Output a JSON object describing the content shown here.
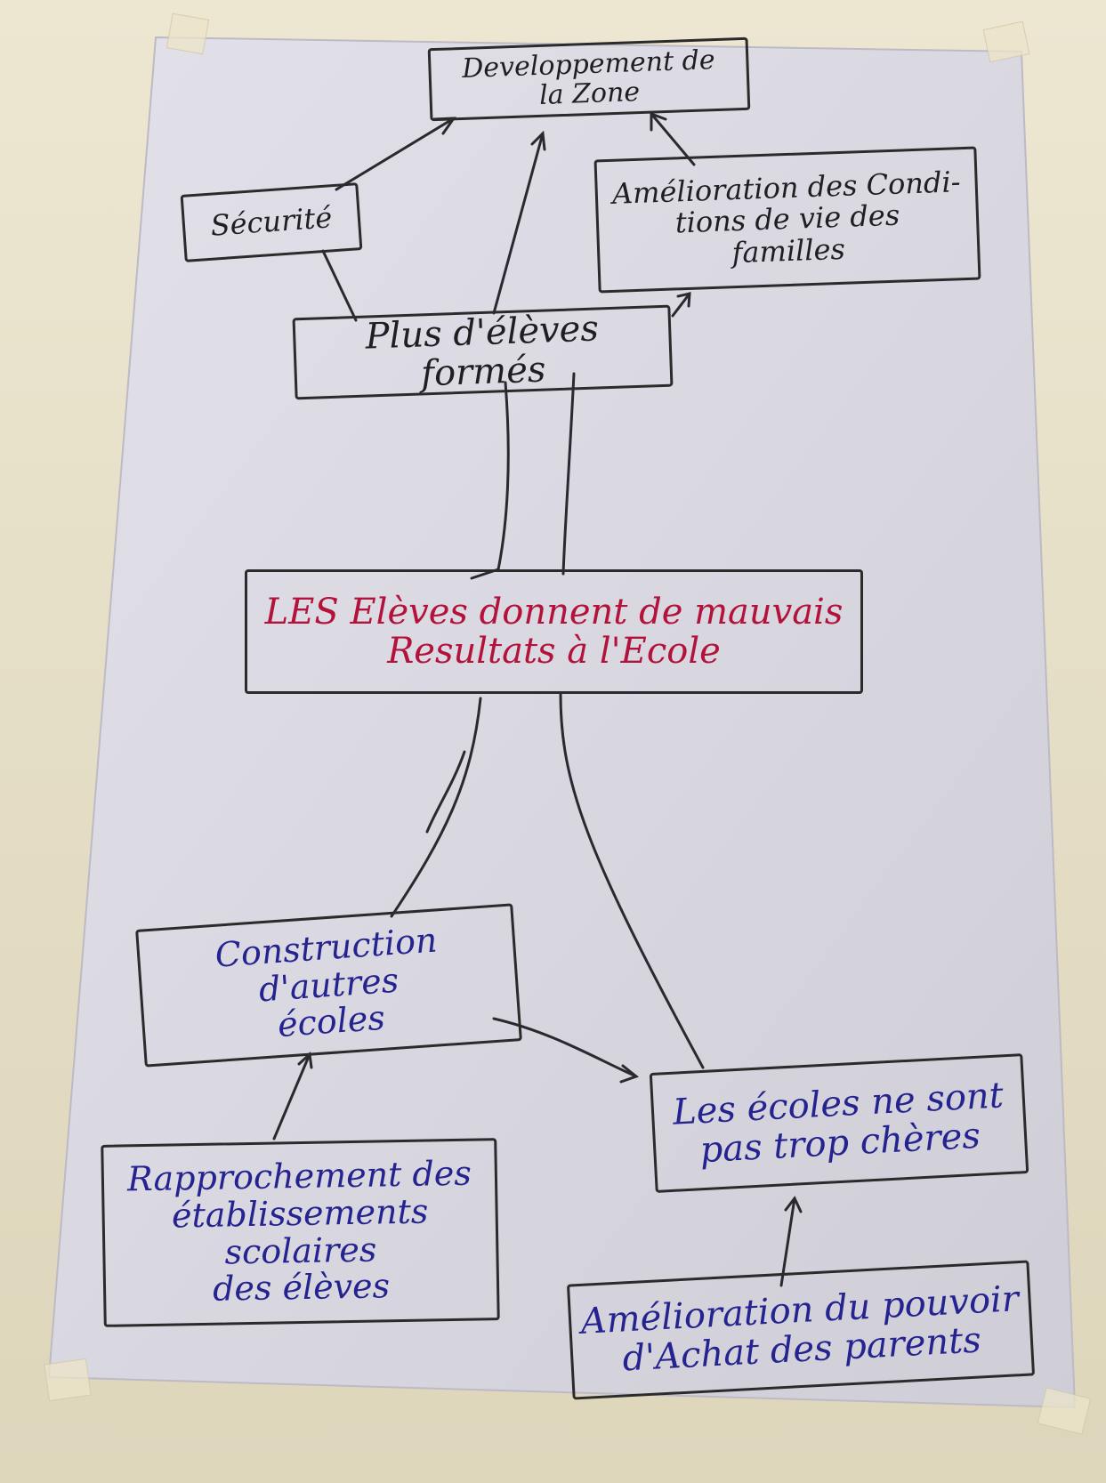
{
  "diagram": {
    "nodes": {
      "development": {
        "text": "Developpement de\nla Zone"
      },
      "security": {
        "text": "Sécurité"
      },
      "living_conditions": {
        "text": "Amélioration des Condi-\ntions de vie des\nfamilles"
      },
      "more_students": {
        "text": "Plus d'élèves formés"
      },
      "bad_results": {
        "text": "LES Elèves donnent de mauvais\nResultats à l'Ecole"
      },
      "build_schools": {
        "text": "Construction d'autres\nécoles"
      },
      "schools_cost": {
        "text": "Les écoles ne sont\npas trop chères"
      },
      "proximity": {
        "text": "Rapprochement des\nétablissements scolaires\ndes élèves"
      },
      "purchasing_power": {
        "text": "Amélioration du pouvoir\nd'Achat des parents"
      }
    },
    "colors": {
      "ink_black": "#1f1f22",
      "ink_red": "#b3123a",
      "ink_blue": "#24238f",
      "paper": "#dfdde6"
    }
  }
}
